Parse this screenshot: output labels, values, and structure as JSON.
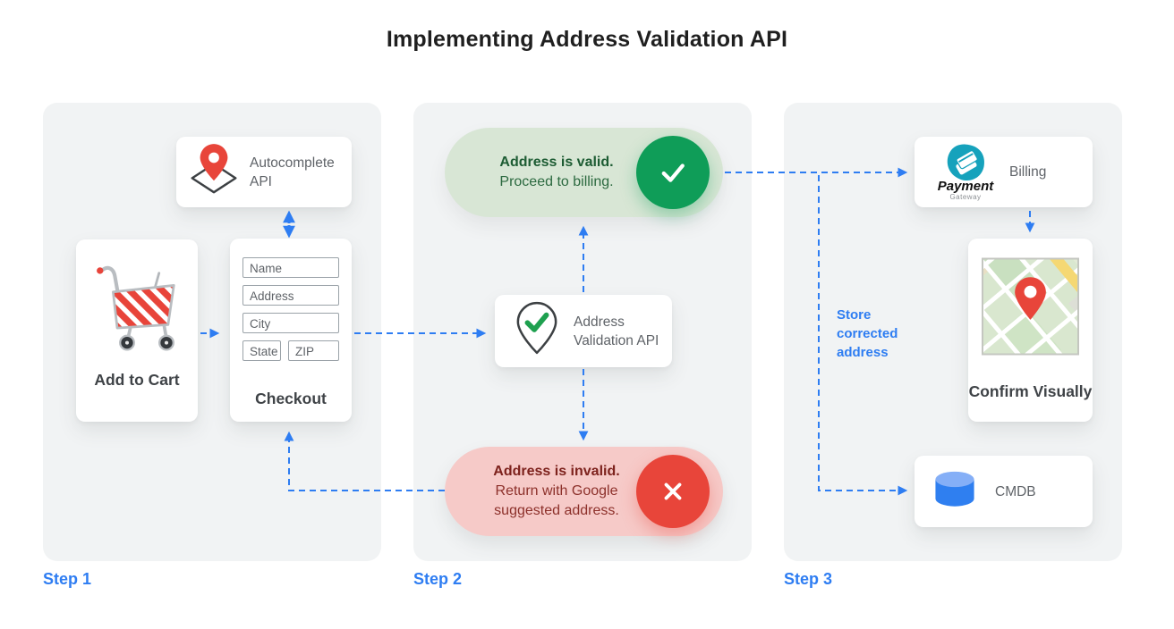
{
  "title": "Implementing Address Validation API",
  "colors": {
    "accent_blue": "#2e7df2",
    "valid_green": "#0f9d58",
    "valid_pill_bg": "#d8e6d5",
    "invalid_red": "#e8453a",
    "invalid_pill_bg": "#f6cac8",
    "panel_bg": "#f1f3f4",
    "payment_teal": "#16a2bc"
  },
  "steps": {
    "step1": "Step 1",
    "step2": "Step 2",
    "step3": "Step 3"
  },
  "panel1": {
    "autocomplete_label": "Autocomplete API",
    "add_to_cart_label": "Add to Cart",
    "checkout_label": "Checkout",
    "form": {
      "name": "Name",
      "address": "Address",
      "city": "City",
      "state": "State",
      "zip": "ZIP"
    }
  },
  "panel2": {
    "valid_title": "Address is valid.",
    "valid_subtitle": "Proceed to billing.",
    "validation_api_label": "Address Validation API",
    "invalid_title": "Address is invalid.",
    "invalid_subtitle": "Return with Google suggested address."
  },
  "panel3": {
    "billing_label": "Billing",
    "logo_payment": "Payment",
    "logo_gateway": "Gateway",
    "confirm_label": "Confirm Visually",
    "cmdb_label": "CMDB",
    "store_note": "Store corrected address"
  }
}
